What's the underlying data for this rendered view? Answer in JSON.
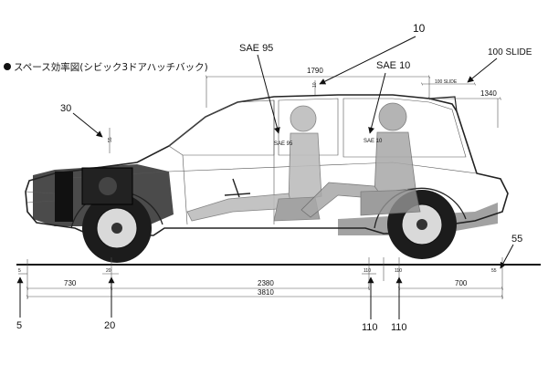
{
  "title": "スペース効率図(シビック3ドアハッチバック)",
  "callouts": {
    "sae95": "SAE 95",
    "sae10": "SAE 10",
    "c10": "10",
    "slide": "100 SLIDE",
    "c30": "30",
    "c55": "55",
    "b5": "5",
    "b20": "20",
    "b110a": "110",
    "b110b": "110"
  },
  "dims": {
    "d1790": "1790",
    "d1340": "1340",
    "d100slide": "100 SLIDE",
    "d10": "10",
    "d55": "55",
    "d730": "730",
    "d20": "20",
    "d2380": "2380",
    "d3810": "3810",
    "d110a": "110",
    "d110b": "110",
    "d700": "700",
    "d5": "5",
    "d55b": "55"
  },
  "seat_labels": {
    "front": "SAE 95",
    "rear": "SAE 10"
  }
}
